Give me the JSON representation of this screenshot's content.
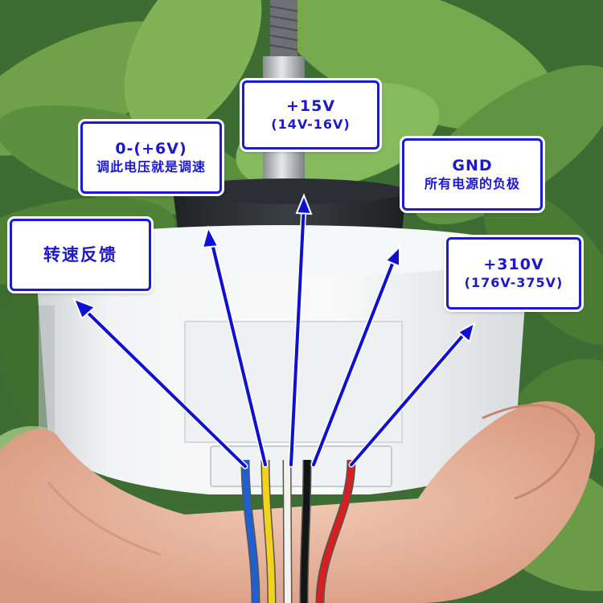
{
  "labels": {
    "speed_feedback": {
      "line1": "转速反馈"
    },
    "speed_control": {
      "line1": "0-(+6V)",
      "line2": "调此电压就是调速"
    },
    "power_15v": {
      "line1": "+15V",
      "line2": "(14V-16V)"
    },
    "ground": {
      "line1": "GND",
      "line2": "所有电源的负极"
    },
    "power_310v": {
      "line1": "+310V",
      "line2": "(176V-375V)"
    }
  },
  "wires": [
    {
      "name": "blue",
      "color": "#1f5fd0"
    },
    {
      "name": "yellow",
      "color": "#f2d21a"
    },
    {
      "name": "white",
      "color": "#f4f2ea"
    },
    {
      "name": "black",
      "color": "#151515"
    },
    {
      "name": "red",
      "color": "#d42020"
    }
  ],
  "colors": {
    "label_border": "#1a1ad8",
    "label_text": "#1d18c8",
    "arrow": "#1010d0"
  }
}
